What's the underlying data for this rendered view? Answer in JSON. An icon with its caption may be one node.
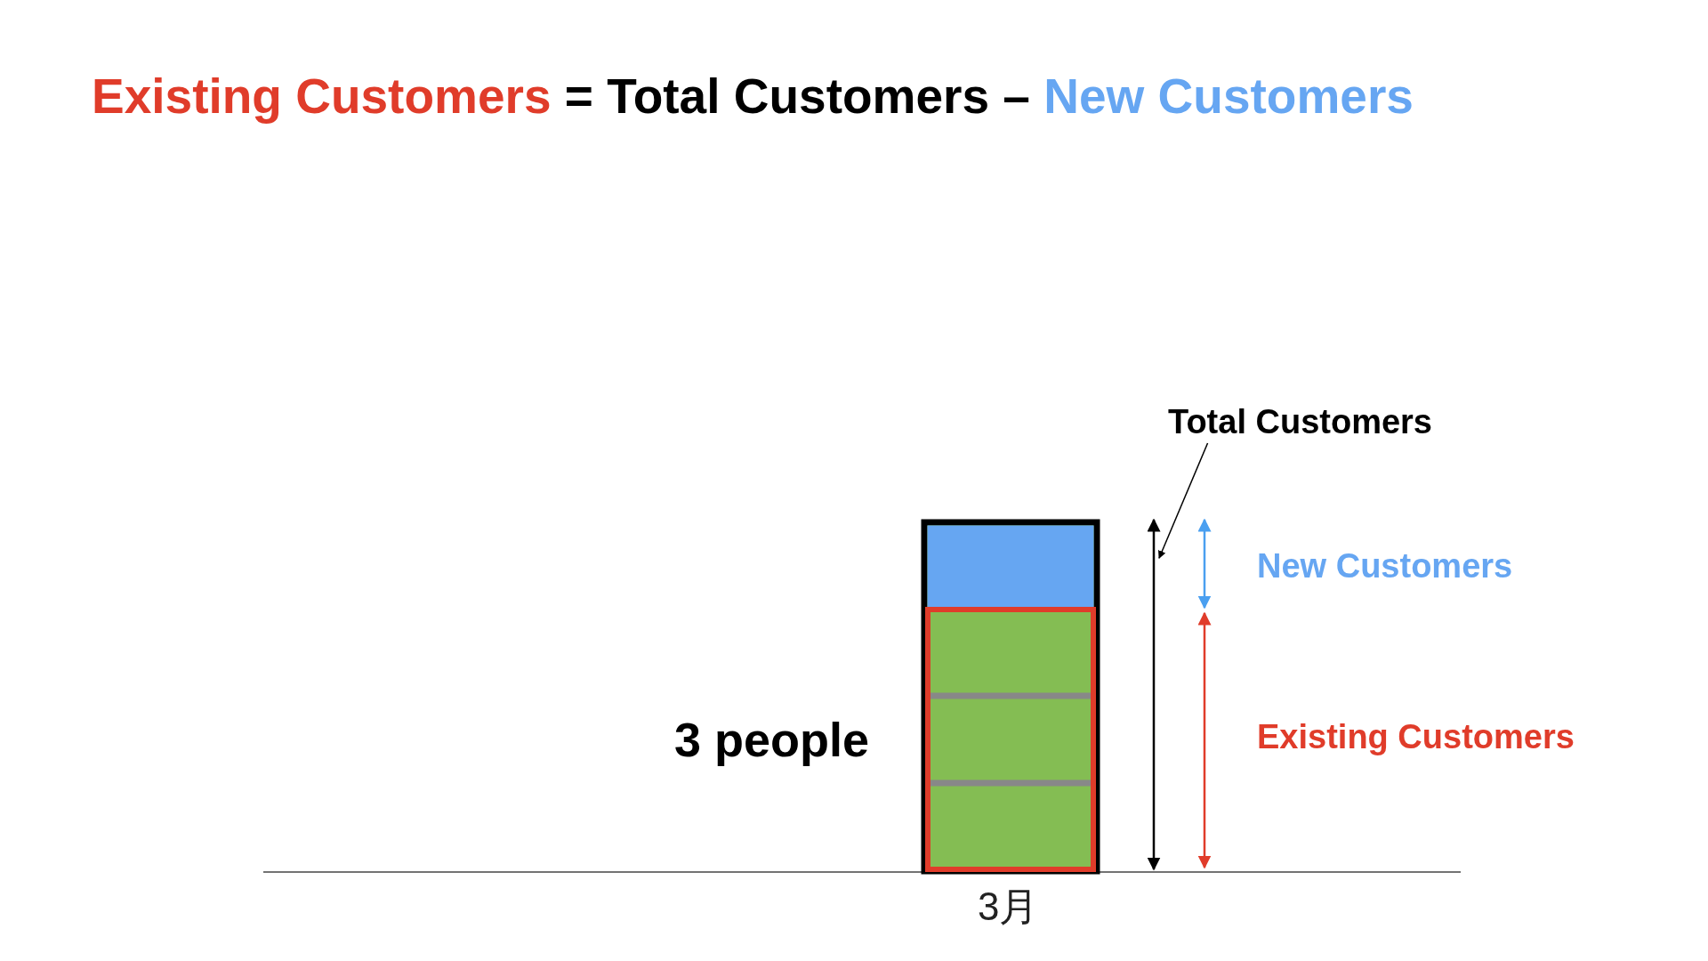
{
  "diagram": {
    "title": "Existing Customers = Total Customers – New Customers",
    "nodes": [
      {
        "text": [
          "Total Customers"
        ]
      },
      {
        "text": [],
        "shape": "arrow"
      }
    ],
    "edges": [
      {
        "from": 0,
        "to": 1,
        "arrow": "to"
      }
    ],
    "labels": [
      "New Customers",
      "Existing Customers",
      "3 people",
      "3月"
    ]
  }
}
